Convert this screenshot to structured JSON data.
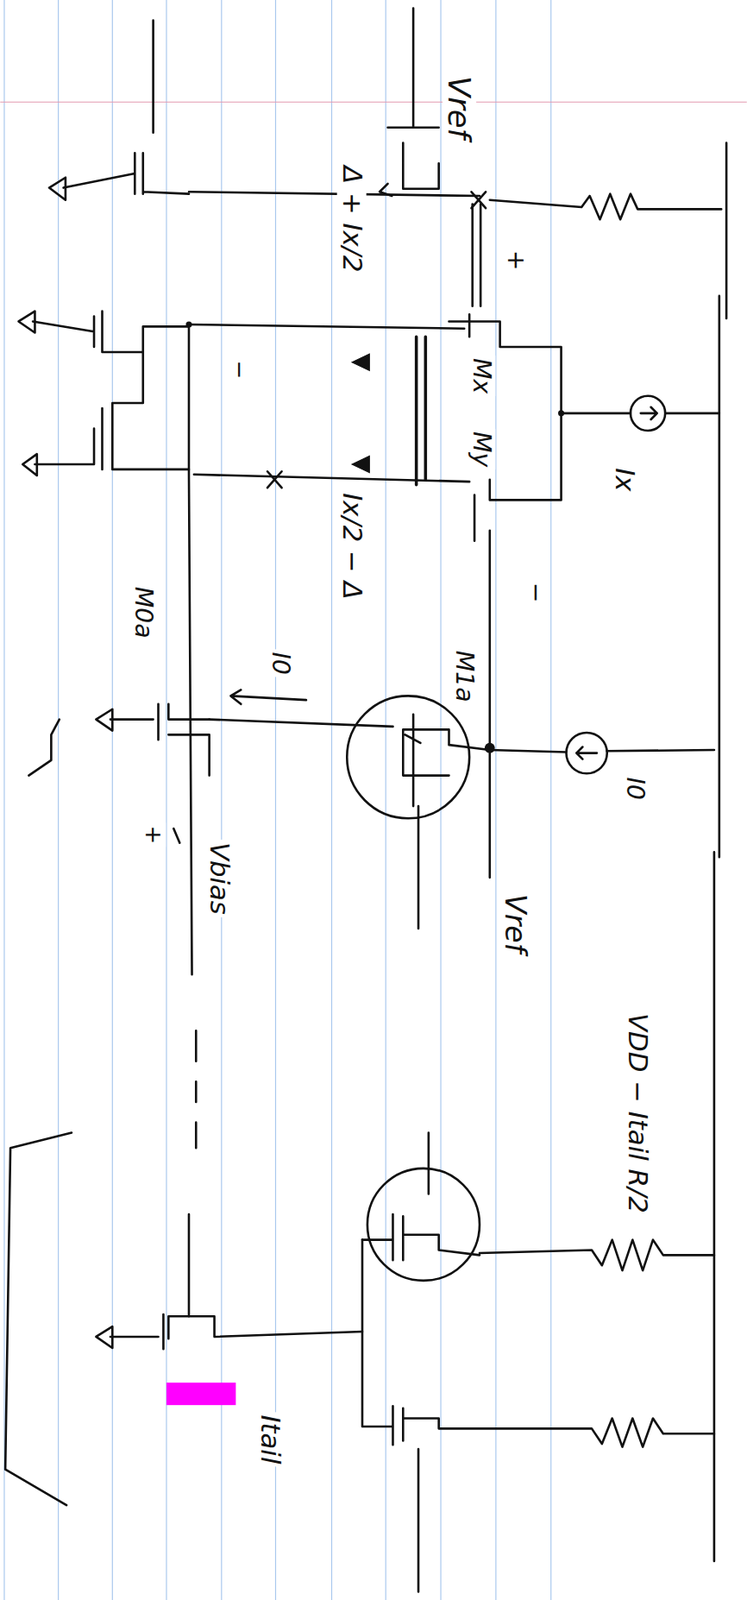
{
  "diagram": {
    "labels": [
      "Vref",
      "Δ + Ix/2",
      "+",
      "Mx",
      "My",
      "Ix",
      "Ix/2 − Δ",
      "−",
      "−",
      "I0",
      "M0a",
      "M1a",
      "I0",
      "Vref",
      "Vbias",
      "+",
      "VDD − Itail R/2",
      "Itail"
    ]
  }
}
